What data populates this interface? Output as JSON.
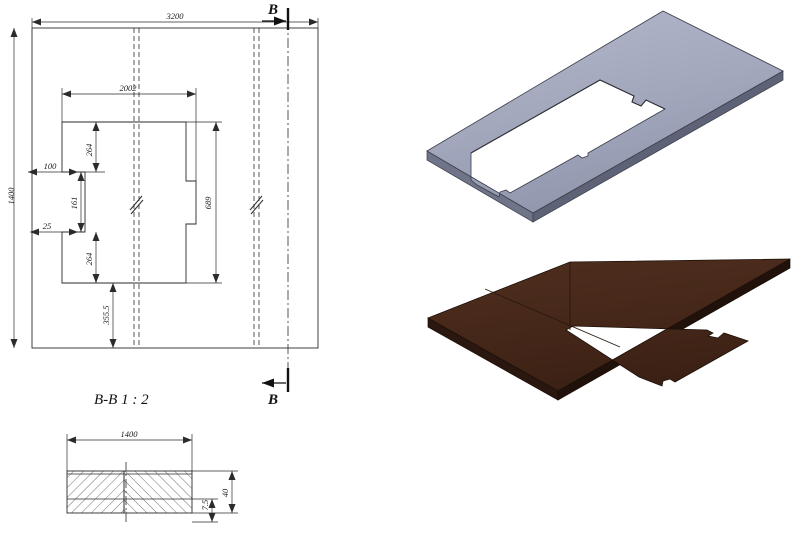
{
  "drawing": {
    "title_main_view": "",
    "section_title": "B-B 1 : 2",
    "section_letter_top": "B",
    "section_letter_bottom": "B",
    "dimensions": {
      "overall_width": "3200",
      "overall_height": "1400",
      "cutout_width": "2002",
      "cutout_height": "689",
      "left_offset_100": "100",
      "left_offset_25": "25",
      "notch_top_264": "264",
      "notch_mid_161": "161",
      "notch_bot_264": "264",
      "bottom_offset": "355.5",
      "section_width": "1400",
      "section_thickness": "40",
      "section_inner": "7.5"
    }
  },
  "views": {
    "top_3d_label": "isometric-plate-steel",
    "bottom_3d_label": "isometric-plate-brown"
  },
  "colors": {
    "line": "#2b2b2b",
    "plate_steel_top": "#a3a8bd",
    "plate_steel_side": "#7d8296",
    "plate_steel_edge": "#3a3d49",
    "plate_brown_top": "#46281a",
    "plate_brown_side": "#2e190f",
    "plate_brown_edge": "#1a0d07",
    "background": "#ffffff",
    "hatch": "#333333"
  }
}
